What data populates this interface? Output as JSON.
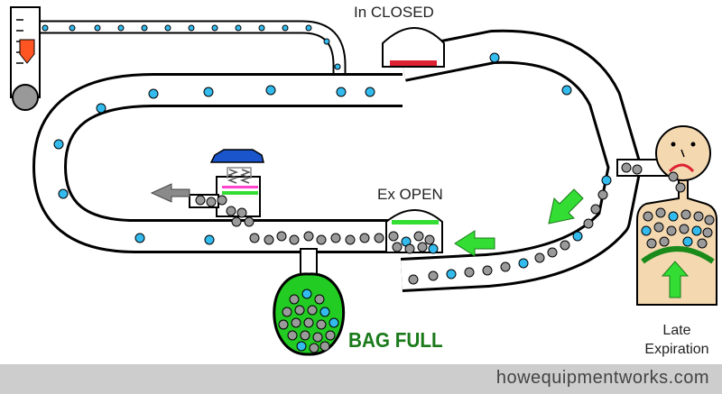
{
  "labels": {
    "inspiratory_valve": "In CLOSED",
    "expiratory_valve": "Ex OPEN",
    "bag": "BAG FULL",
    "phase_line1": "Late",
    "phase_line2": "Expiration"
  },
  "footer": {
    "site": "howequipmentworks.com"
  },
  "colors": {
    "tube_outline": "#000000",
    "fresh_gas_bubble": "#33bbee",
    "exhaled_gas_bubble": "#9a9a9a",
    "bag_fill": "#22cc22",
    "flow_arrow": "#33dd33",
    "exhaust_arrow": "#8a8a8a",
    "valve_closed": "#dd2233",
    "valve_open": "#33dd33",
    "apl_cap": "#1a55cc",
    "apl_disc": "#ff44cc",
    "patient_skin": "#f4d8b0",
    "flowmeter_float": "#ff5522",
    "footer_bg": "#cdcdcd"
  },
  "icons": [
    "flowmeter-icon",
    "apl-valve-icon",
    "patient-icon",
    "exhaust-arrow-icon",
    "flow-arrow-icon"
  ]
}
